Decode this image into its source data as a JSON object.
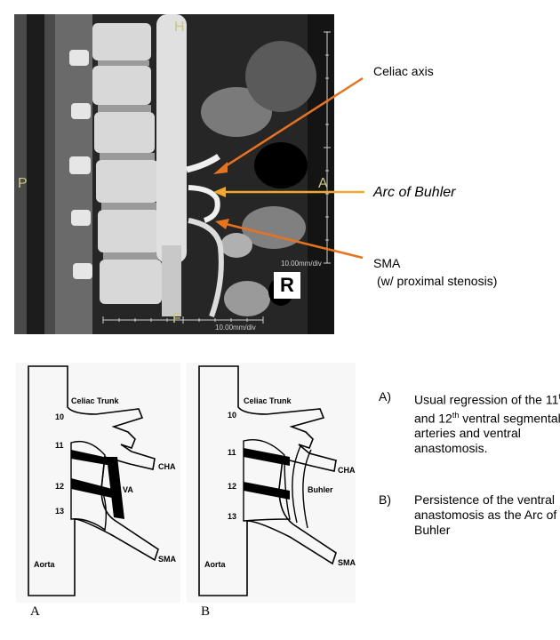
{
  "ct_image": {
    "orientation_labels": {
      "top": "H",
      "bottom": "F",
      "left": "P",
      "right": "A"
    },
    "scale_right": "10.00mm/div",
    "scale_bottom": "10.00mm/div",
    "orientation_cube": {
      "letter": "R"
    }
  },
  "annotations": {
    "celiac": "Celiac axis",
    "buhler": "Arc of Buhler",
    "sma_line1": "SMA",
    "sma_line2": "(w/ proximal stenosis)"
  },
  "colors": {
    "arrow_orange": "#e8731e",
    "arrow_highlight": "#f0a830",
    "ct_label": "#c8c880"
  },
  "diagram_a": {
    "panel_label": "A",
    "labels": {
      "celiac_trunk": "Celiac Trunk",
      "cha": "CHA",
      "va": "VA",
      "sma": "SMA",
      "aorta": "Aorta",
      "l10": "10",
      "l11": "11",
      "l12": "12",
      "l13": "13"
    }
  },
  "diagram_b": {
    "panel_label": "B",
    "labels": {
      "celiac_trunk": "Celiac Trunk",
      "cha": "CHA",
      "buhler": "Buhler",
      "sma": "SMA",
      "aorta": "Aorta",
      "l10": "10",
      "l11": "11",
      "l12": "12",
      "l13": "13"
    }
  },
  "legend": {
    "a_key": "A)",
    "a_text_pre": "Usual regression of the 11",
    "a_sup1": "th",
    "a_text_mid": " and 12",
    "a_sup2": "th",
    "a_text_post": " ventral segmental arteries and ventral anastomosis.",
    "b_key": "B)",
    "b_text": "Persistence of the ventral anastomosis as the Arc of Buhler"
  }
}
